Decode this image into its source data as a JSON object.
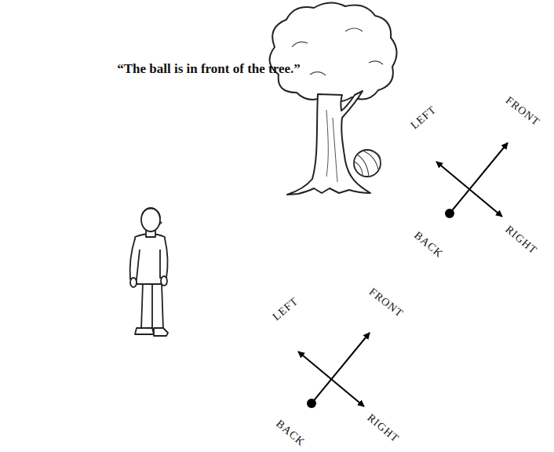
{
  "diagram": {
    "labels": [
      "“The ball is in front of the tree.”",
      "FRONT",
      "LEFT",
      "RIGHT",
      "BACK",
      "FRONT",
      "LEFT",
      "RIGHT",
      "BACK"
    ]
  }
}
